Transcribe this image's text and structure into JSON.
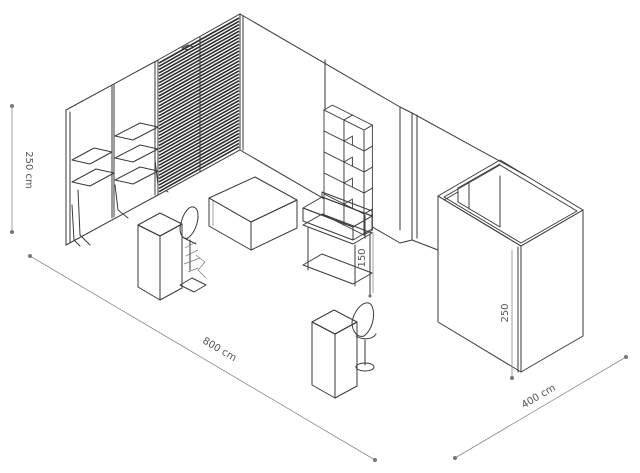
{
  "dimensions": {
    "height_left": "250 cm",
    "length": "800 cm",
    "depth": "400 cm",
    "counter_height": "150",
    "booth_height": "250"
  },
  "colors": {
    "line": "#3a3a3a",
    "dimension_line": "#8a8a8a",
    "slat_panel": "#2f2f2f",
    "wall_fill": "#ffffff"
  }
}
